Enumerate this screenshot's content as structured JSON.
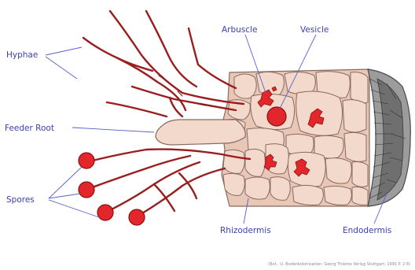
{
  "labels": {
    "hyphae": "Hyphae",
    "feeder_root": "Feeder Root",
    "spores": "Spores",
    "arbuscle": "Arbuscle",
    "vesicle": "Vesicle",
    "rhizodermis": "Rhizodermis",
    "endodermis": "Endodermis"
  },
  "credit": "(Bot., U. Bodenkolonisation: Georg Thieme Verlag Stuttgart, 1991 P. 2 8)",
  "colors": {
    "label_text": "#3b3fb0",
    "leader_line": "#5a5fd0",
    "hypha": "#9a1e1e",
    "hypha_dark": "#6e1010",
    "spore_fill": "#e3262b",
    "spore_stroke": "#8d0f10",
    "cell_fill": "#f2d9cc",
    "cell_stroke": "#8a6a5e",
    "tissue_bg": "#e8c7b7",
    "endodermis_fill": "#6f6f6f",
    "credit_text": "#8a8a8a"
  }
}
